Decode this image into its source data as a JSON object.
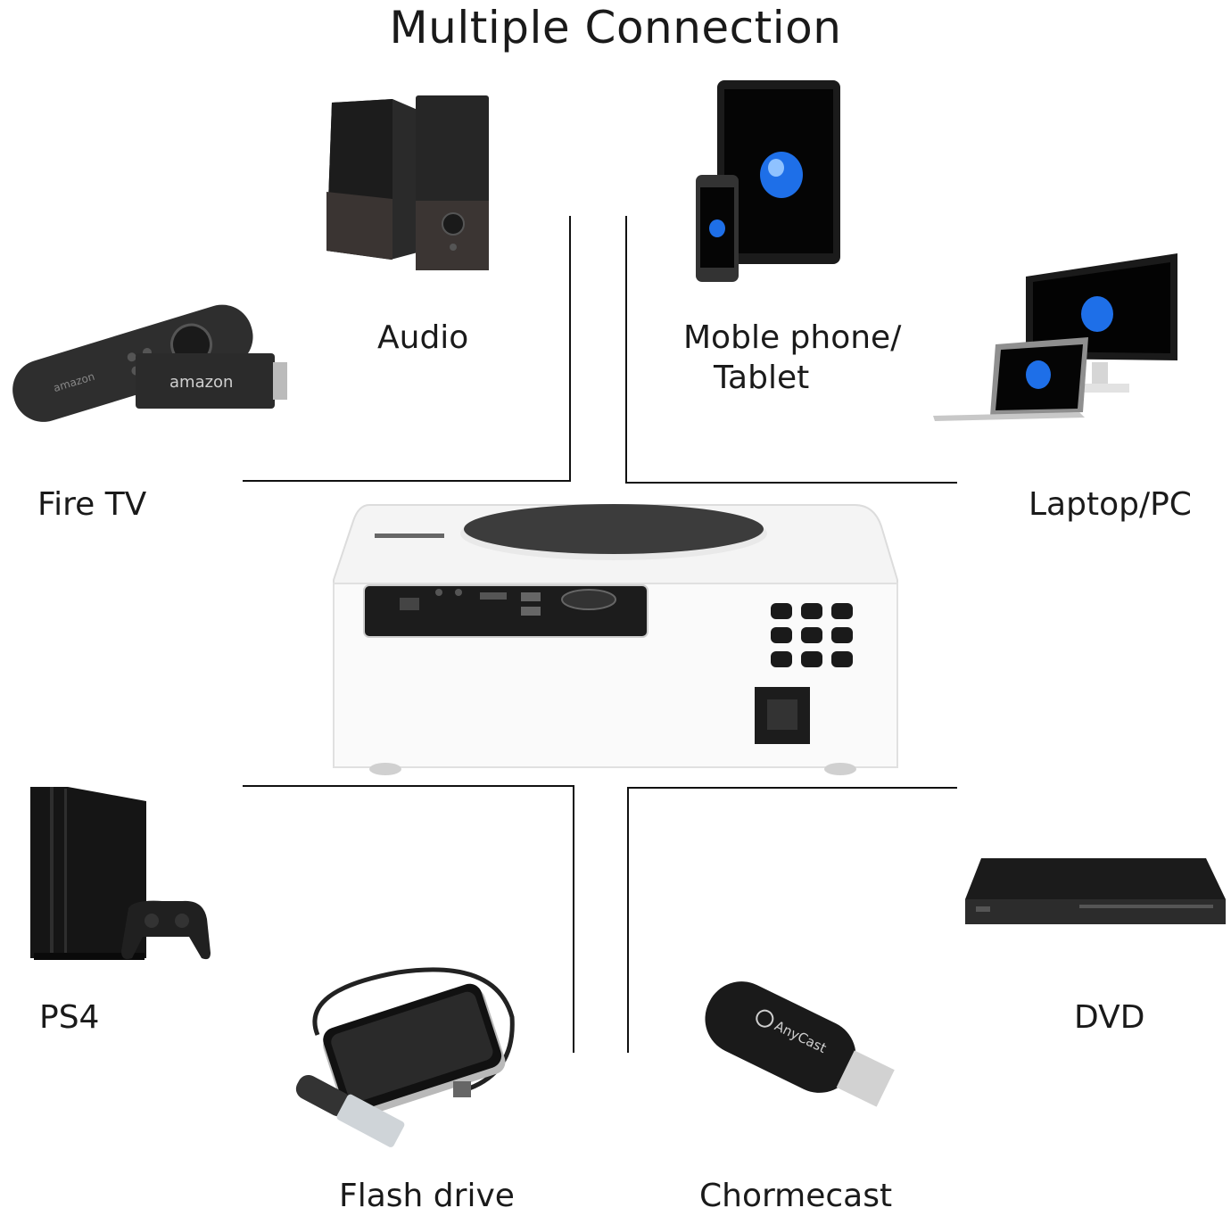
{
  "title": "Multiple Connection",
  "devices": {
    "audio": {
      "label": "Audio",
      "icon": "speaker-icon"
    },
    "mobile": {
      "label_line1": "Moble phone/",
      "label_line2": "Tablet",
      "icon": "tablet-phone-icon"
    },
    "firetv": {
      "label": "Fire TV",
      "icon": "fire-tv-remote-icon",
      "remote_brand": "amazon",
      "stick_brand": "amazon"
    },
    "laptop": {
      "label": "Laptop/PC",
      "icon": "laptop-monitor-icon"
    },
    "ps4": {
      "label": "PS4",
      "icon": "game-console-icon"
    },
    "flash": {
      "label": "Flash drive",
      "icon": "hard-drive-usb-icon"
    },
    "chromecast": {
      "label": "Chormecast",
      "icon": "dongle-icon",
      "brand": "AnyCast"
    },
    "dvd": {
      "label": "DVD",
      "icon": "dvd-player-icon"
    }
  },
  "projector": {
    "icon": "projector-icon"
  },
  "colors": {
    "text": "#1a1a1a",
    "line": "#111111",
    "device_dark": "#222222",
    "screen_blue": "#1e6fe8"
  }
}
